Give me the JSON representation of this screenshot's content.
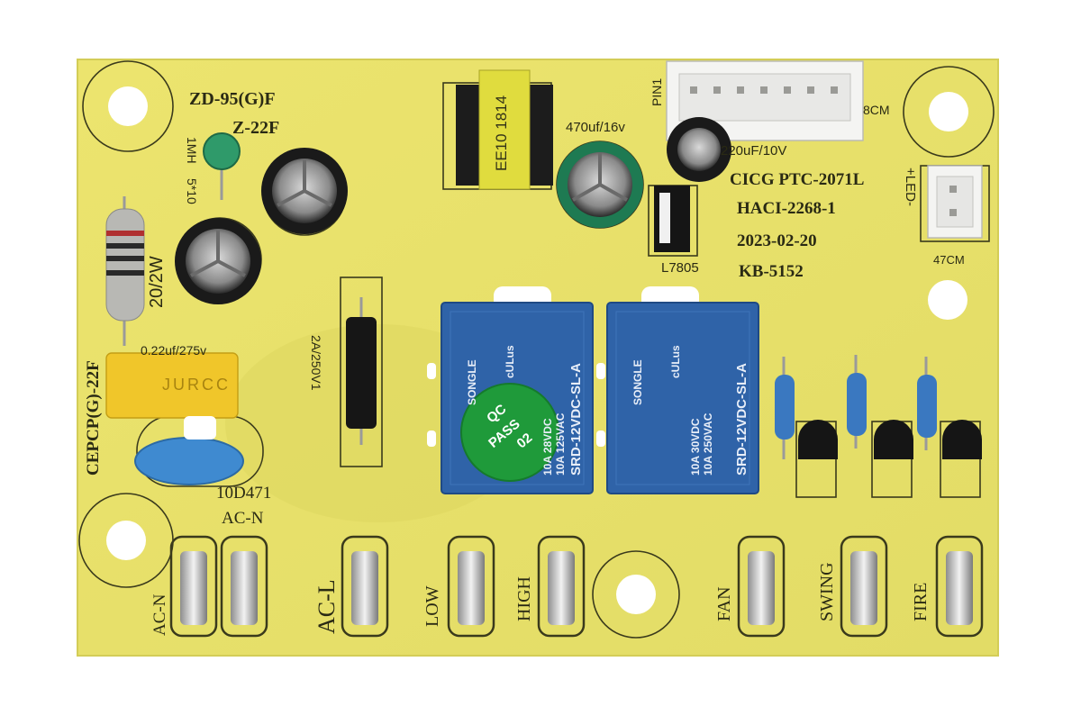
{
  "board": {
    "color": "#e8e270",
    "edge_color": "#d9d35c",
    "silk_color": "#2a2a14"
  },
  "labels": {
    "model_top": "ZD-95(G)F",
    "z22f": "Z-22F",
    "inductor": "1MH",
    "inductor_size": "5*10",
    "resistor": "20/2W",
    "cepcp": "CEPCP(G)-22F",
    "cap_film": "0.22uf/275v",
    "varistor": "10D471",
    "acn_top": "AC-N",
    "fuse": "2A/250V1",
    "transformer": "EE10 1814",
    "cap_470": "470uf/16v",
    "cap_220": "220uF/10V",
    "pin1": "PIN1",
    "cm8": "8CM",
    "cicg": "CICG PTC-2071L",
    "haci": "HACI-2268-1",
    "date": "2023-02-20",
    "kb": "KB-5152",
    "l7805": "L7805",
    "led": "+LED-",
    "cm47": "47CM",
    "film_brand": "JURCC"
  },
  "relay": {
    "brand": "SONGLE",
    "model": "SRD-12VDC-SL-A",
    "rating1": "10A 250VAC",
    "rating1b": "10A 125VAC",
    "rating2": "10A 30VDC",
    "rating2b": "10A 28VDC",
    "ul": "cULus",
    "color": "#2f63a8"
  },
  "sticker": {
    "line1": "QC",
    "line2": "PASS",
    "line3": "02",
    "color": "#1f9a3a"
  },
  "terminals": {
    "acn": "AC-N",
    "acl": "AC-L",
    "low": "LOW",
    "high": "HIGH",
    "fan": "FAN",
    "swing": "SWING",
    "fire": "FIRE"
  }
}
